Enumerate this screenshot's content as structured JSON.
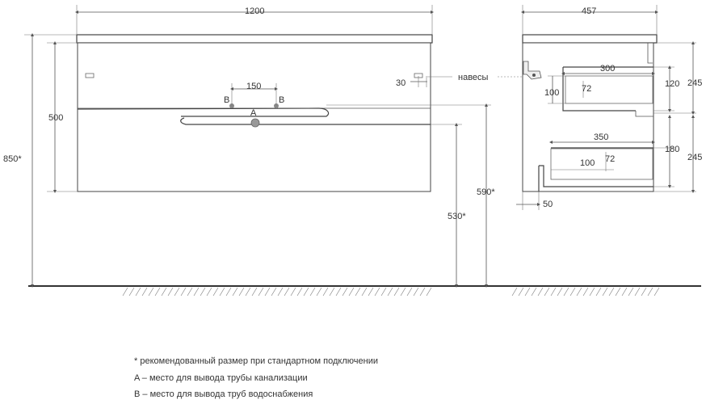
{
  "front_view": {
    "width": "1200",
    "height_total": "850*",
    "height_body": "500",
    "pipe_spacing": "150",
    "pipe_label_b_left": "B",
    "pipe_label_b_right": "B",
    "pipe_label_a": "A",
    "hanger_offset": "30",
    "height_590": "590*",
    "height_530": "530*"
  },
  "hanger_label": "навесы",
  "side_view": {
    "depth": "457",
    "upper_drawer_depth": "300",
    "upper_drawer_height": "120",
    "upper_section": "245",
    "upper_inner_left": "100",
    "upper_inner_72": "72",
    "lower_drawer_depth": "350",
    "lower_drawer_height": "180",
    "lower_section": "245",
    "lower_inner_100": "100",
    "lower_inner_72": "72",
    "back_offset": "50"
  },
  "notes": [
    "* рекомендованный размер при стандартном подключении",
    "A – место для вывода трубы канализации",
    "B – место для вывода труб водоснабжения"
  ]
}
